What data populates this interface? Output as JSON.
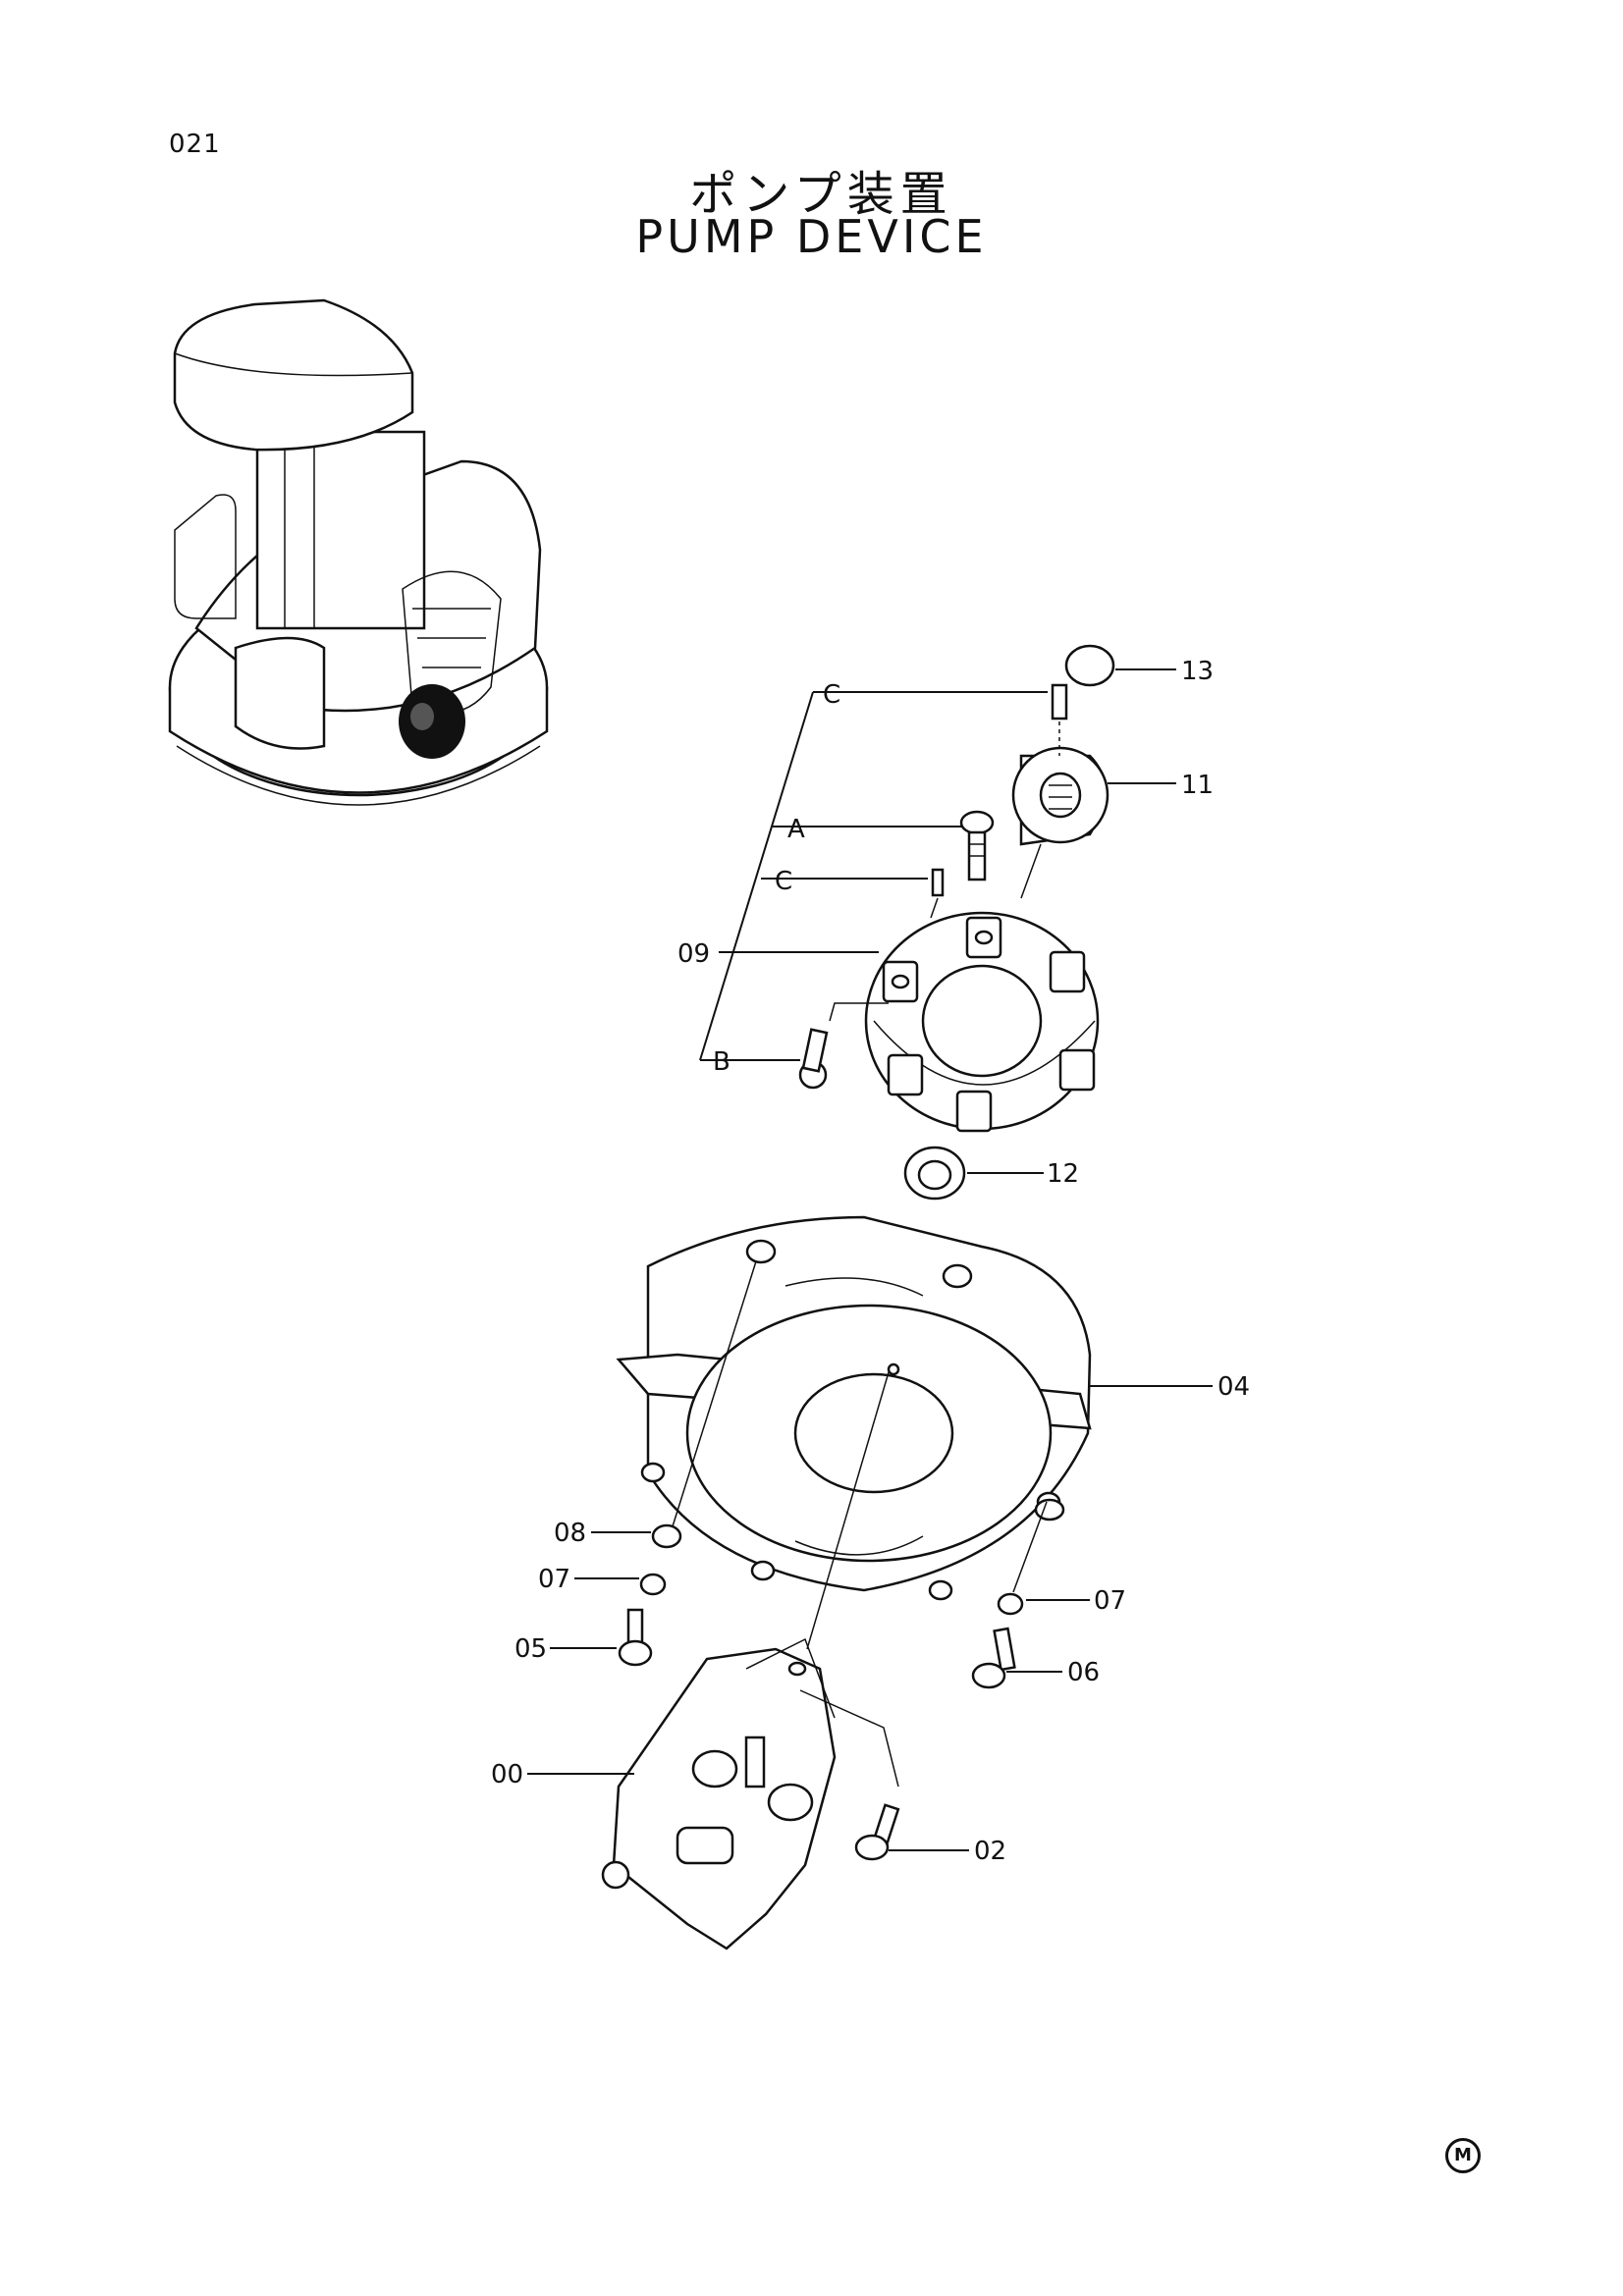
{
  "page": {
    "number": "021",
    "title_jp": "ポンプ装置",
    "title_en": "PUMP DEVICE",
    "corner_mark": "M"
  },
  "callouts": {
    "p13": "13",
    "p11": "11",
    "p09": "09",
    "p12": "12",
    "p04": "04",
    "p08": "08",
    "p07a": "07",
    "p07b": "07",
    "p05": "05",
    "p06": "06",
    "p00": "00",
    "p02": "02",
    "kitC1": "C",
    "kitA": "A",
    "kitC2": "C",
    "kitB": "B"
  }
}
